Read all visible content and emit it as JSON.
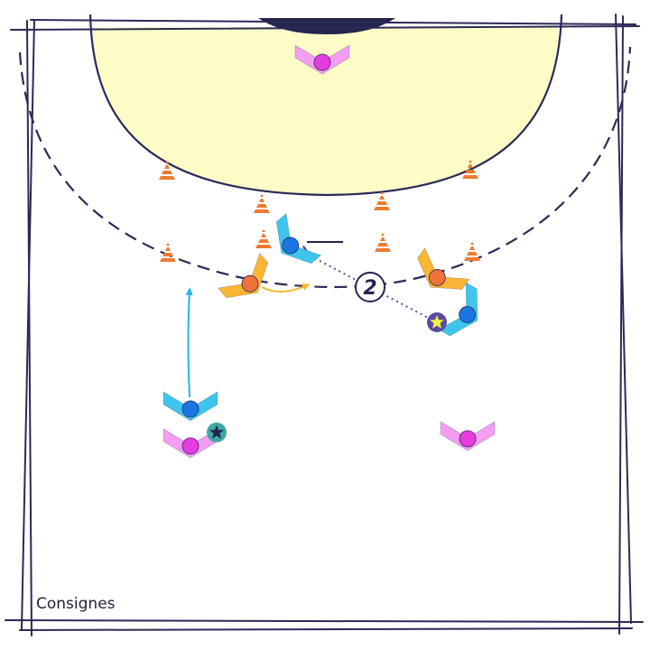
{
  "title": "",
  "caption": "Consignes",
  "step_label": "2",
  "colors": {
    "court_line": "#2b2a57",
    "zone_fill": "#fdfcc7",
    "goal": "#25244f",
    "cone": "#f07a2f",
    "attacker_blue": "#3ec5ee",
    "attacker_blue_dot": "#1976e3",
    "defender_orange": "#fbb634",
    "defender_orange_dot": "#f2713a",
    "support_pink": "#f39ef2",
    "support_pink_dot": "#e83ce0",
    "ball_dark": "#25244f",
    "ball_teal": "#3fa6a5",
    "ball_yellow": "#f7f23d",
    "run_arrow": "#22b5e8",
    "move_arrow": "#f5b72e",
    "pass_arrow": "#5a4aa5"
  },
  "players": [
    {
      "role": "support",
      "icon": "pink-chevron-player-icon",
      "label": ""
    },
    {
      "role": "support",
      "icon": "pink-chevron-player-icon",
      "label": ""
    },
    {
      "role": "support",
      "icon": "pink-chevron-player-icon",
      "label": ""
    },
    {
      "role": "attacker",
      "icon": "blue-chevron-player-icon",
      "label": ""
    },
    {
      "role": "attacker",
      "icon": "blue-chevron-player-icon",
      "label": ""
    },
    {
      "role": "attacker",
      "icon": "blue-chevron-player-icon",
      "label": ""
    },
    {
      "role": "defender",
      "icon": "orange-chevron-player-icon",
      "label": ""
    },
    {
      "role": "defender",
      "icon": "orange-chevron-player-icon",
      "label": ""
    }
  ],
  "cones": 8,
  "balls": [
    {
      "type": "ball",
      "icon": "dark-star-ball-icon"
    },
    {
      "type": "ball",
      "icon": "yellow-star-ball-icon"
    }
  ]
}
